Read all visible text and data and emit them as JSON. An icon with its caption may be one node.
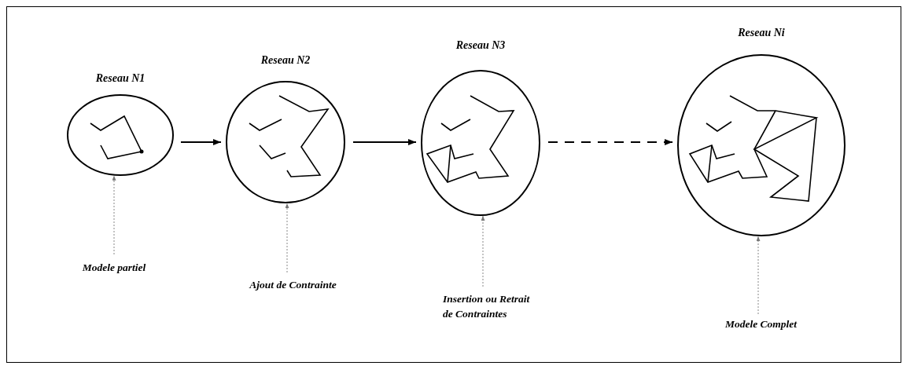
{
  "diagram": {
    "nodes": [
      {
        "text": [
          "Reseau N1"
        ]
      },
      {
        "text": [
          "Reseau N2"
        ]
      },
      {
        "text": [
          "Reseau N3"
        ]
      },
      {
        "text": [
          "Reseau Ni"
        ]
      },
      {
        "text": [
          "Modele partiel"
        ]
      },
      {
        "text": [
          "Ajout de Contrainte"
        ]
      },
      {
        "text": [
          "Insertion ou Retrait de Contraintes"
        ]
      },
      {
        "text": [
          "Modele Complet"
        ]
      }
    ],
    "edges": [
      {
        "from": 0,
        "to": 1,
        "arrow": "to",
        "color": "#000000"
      },
      {
        "from": 1,
        "to": 2,
        "arrow": "to",
        "color": "#000000"
      },
      {
        "from": 2,
        "to": 3,
        "arrow": "to",
        "style": "dashed",
        "color": "#000000"
      },
      {
        "from": 4,
        "to": 0,
        "arrow": "to",
        "style": "dashed"
      },
      {
        "from": 5,
        "to": 1,
        "arrow": "to",
        "style": "dashed"
      },
      {
        "from": 6,
        "to": 2,
        "arrow": "to",
        "style": "dashed"
      },
      {
        "from": 7,
        "to": 3,
        "arrow": "to",
        "style": "dashed"
      }
    ]
  }
}
